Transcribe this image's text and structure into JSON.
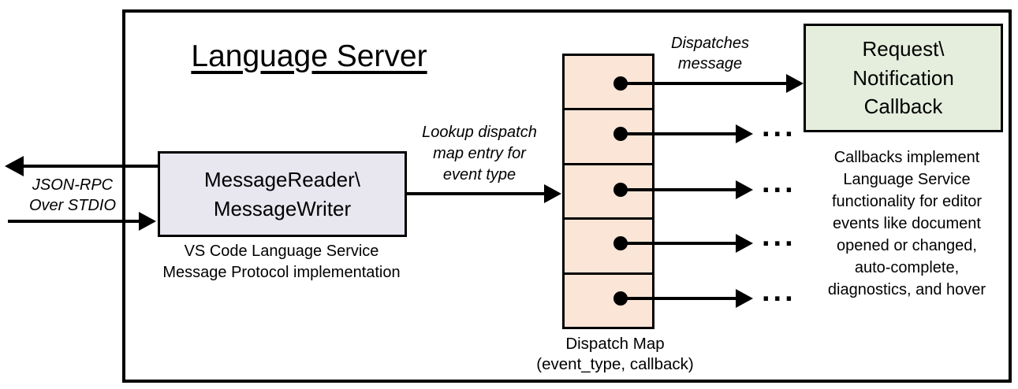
{
  "diagram": {
    "title": "Language Server",
    "io_label": {
      "line1": "JSON-RPC",
      "line2": "Over STDIO"
    },
    "reader_box": {
      "line1": "MessageReader\\",
      "line2": "MessageWriter"
    },
    "reader_caption": {
      "line1": "VS Code Language Service",
      "line2": "Message Protocol implementation"
    },
    "lookup_label": {
      "line1": "Lookup dispatch",
      "line2": "map entry for",
      "line3": "event type"
    },
    "dispatches_label": {
      "line1": "Dispatches",
      "line2": "message"
    },
    "callback_box": {
      "line1": "Request\\",
      "line2": "Notification",
      "line3": "Callback"
    },
    "dispatch_map_label": {
      "line1": "Dispatch Map",
      "line2": "(event_type, callback)"
    },
    "ellipsis": "...",
    "note_lines": [
      "Callbacks implement",
      "Language Service",
      "functionality for editor",
      "events like document",
      "opened or changed,",
      "auto-complete,",
      "diagnostics, and hover"
    ],
    "colors": {
      "reader_box_fill": "#e8e7f0",
      "dispatch_cell_fill": "#fbe5d6",
      "callback_box_fill": "#e5eedd",
      "line_color": "#000000"
    }
  }
}
